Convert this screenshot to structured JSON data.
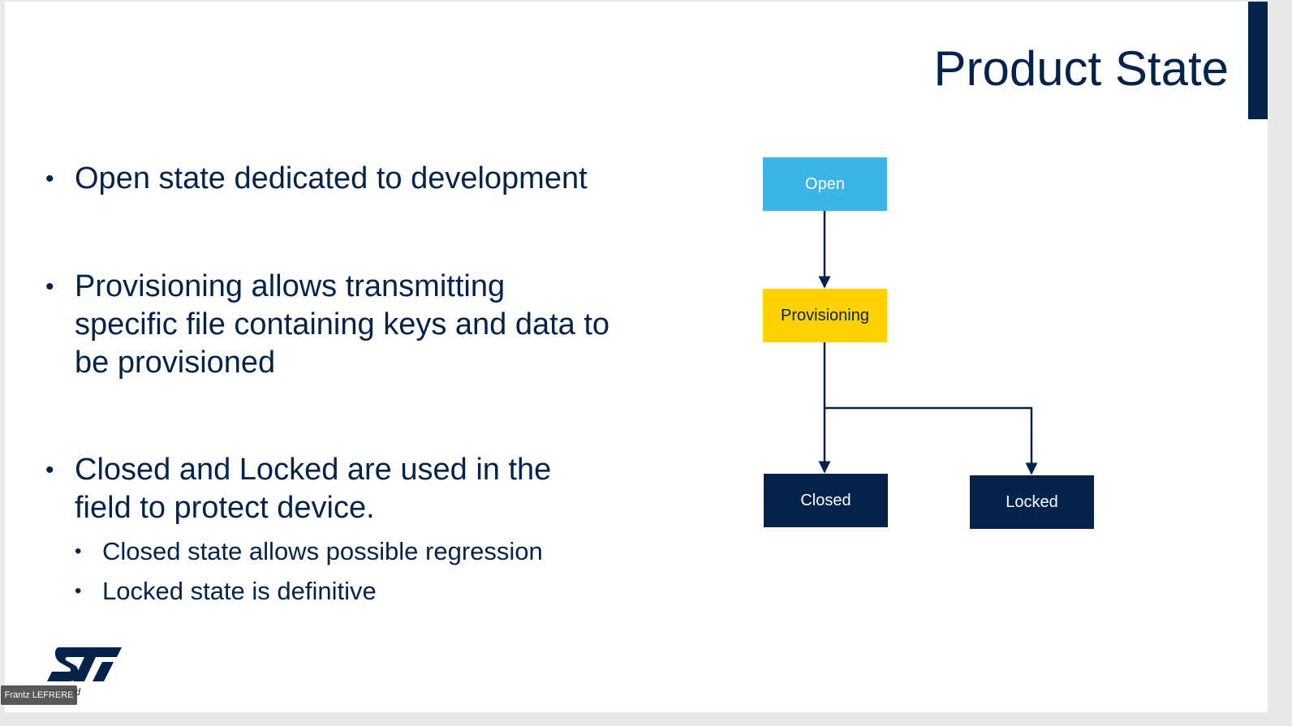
{
  "slide": {
    "title": "Product State",
    "bullets": [
      {
        "text": "Open state dedicated to development"
      },
      {
        "text": "Provisioning allows transmitting specific file containing keys and data to be provisioned"
      },
      {
        "text": "Closed and Locked are used in the field to protect device."
      }
    ],
    "sub_bullets": [
      {
        "text": "Closed state allows possible regression"
      },
      {
        "text": "Locked state is definitive"
      }
    ],
    "bullet_glyph": "•"
  },
  "diagram": {
    "states": [
      {
        "label": "Open",
        "color": "#3cb4e6",
        "text_color": "#ffffff"
      },
      {
        "label": "Provisioning",
        "color": "#ffd200",
        "text_color": "#03234b"
      },
      {
        "label": "Closed",
        "color": "#03234b",
        "text_color": "#ffffff"
      },
      {
        "label": "Locked",
        "color": "#03234b",
        "text_color": "#ffffff"
      }
    ]
  },
  "footer": {
    "logo": "st-logo",
    "tagline_fragment": "mented",
    "presenter_name": "Frantz LEFRERE"
  },
  "colors": {
    "brand_dark_blue": "#03234b",
    "accent_light_blue": "#3cb4e6",
    "accent_yellow": "#ffd200"
  }
}
